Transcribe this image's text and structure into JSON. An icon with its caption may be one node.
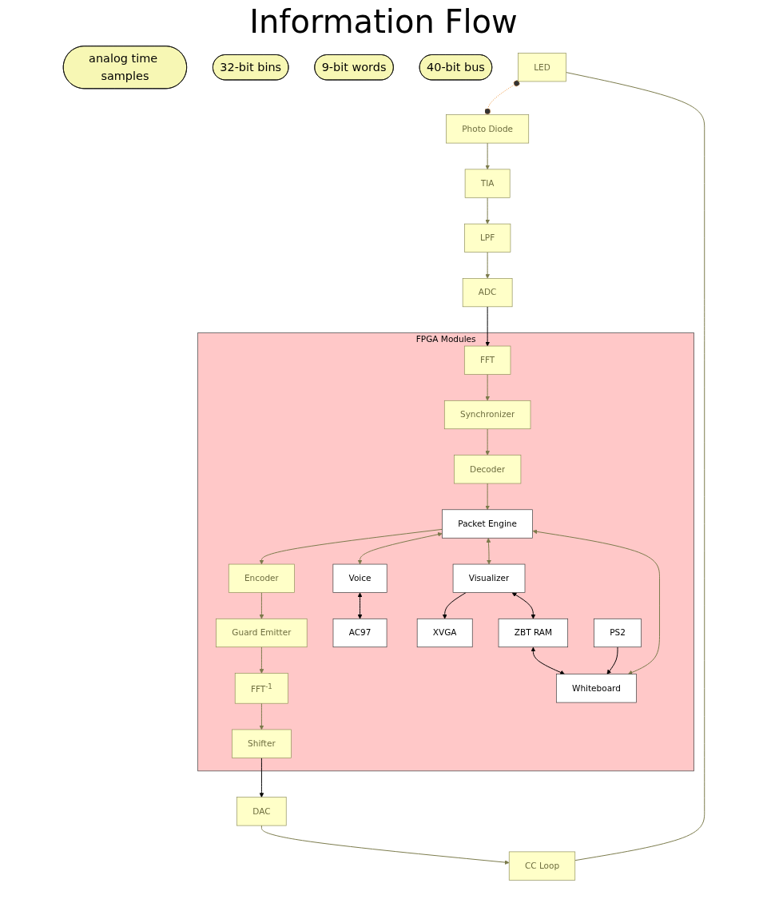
{
  "diagram": {
    "title": "Information Flow",
    "nodes": [
      {
        "text": [
          "LED"
        ]
      },
      {
        "text": [
          "Photo Diode"
        ]
      },
      {
        "text": [
          "DAC"
        ]
      },
      {
        "text": [
          "CC Loop"
        ]
      },
      {
        "text": [
          "TIA"
        ]
      },
      {
        "text": [
          "LPF"
        ]
      },
      {
        "text": [
          "ADC"
        ]
      },
      {
        "text": [
          "FPGA Modules"
        ]
      },
      {
        "text": [
          "Shifter"
        ],
        "in": 7
      },
      {
        "text": [
          "FFT$^{-1}$"
        ],
        "in": 7
      },
      {
        "text": [
          "FFT"
        ],
        "in": 7
      },
      {
        "text": [
          "Guard Emitter"
        ],
        "in": 7
      },
      {
        "text": [
          "Synchronizer"
        ],
        "in": 7
      },
      {
        "text": [
          "Encoder"
        ],
        "in": 7
      },
      {
        "text": [
          "Decoder"
        ],
        "in": 7
      },
      {
        "text": [
          "Packet Engine"
        ],
        "in": 7
      },
      {
        "text": [
          "Voice"
        ],
        "in": 7
      },
      {
        "text": [
          "Visualizer"
        ],
        "in": 7
      },
      {
        "text": [
          "Whiteboard"
        ],
        "in": 7
      },
      {
        "text": [
          "AC97"
        ],
        "in": 7
      },
      {
        "text": [
          "XVGA"
        ],
        "in": 7
      },
      {
        "text": [
          "ZBT RAM"
        ],
        "in": 7
      },
      {
        "text": [
          "PS2"
        ],
        "in": 7
      },
      {
        "text": [
          "analog time samples"
        ]
      },
      {
        "text": [
          "32-bit bins"
        ]
      },
      {
        "text": [
          "9-bit words"
        ]
      },
      {
        "text": [
          "40-bit bus"
        ]
      }
    ],
    "edges": [
      {
        "from": 0,
        "to": 1,
        "arrow": "other",
        "style": "dashed",
        "color": "#f0a860"
      },
      {
        "from": 3,
        "to": 0,
        "arrow": "none"
      },
      {
        "from": 2,
        "to": 3,
        "arrow": "to"
      },
      {
        "from": 1,
        "to": 4,
        "arrow": "to"
      },
      {
        "from": 4,
        "to": 5,
        "arrow": "to"
      },
      {
        "from": 5,
        "to": 6,
        "arrow": "to"
      },
      {
        "from": 6,
        "to": 10,
        "arrow": "to",
        "color": "#000000"
      },
      {
        "from": 8,
        "to": 2,
        "arrow": "to",
        "color": "#000000"
      },
      {
        "from": 9,
        "to": 8,
        "arrow": "to"
      },
      {
        "from": 11,
        "to": 9,
        "arrow": "to"
      },
      {
        "from": 13,
        "to": 11,
        "arrow": "to"
      },
      {
        "from": 10,
        "to": 12,
        "arrow": "to"
      },
      {
        "from": 12,
        "to": 14,
        "arrow": "to"
      },
      {
        "from": 14,
        "to": 15,
        "arrow": "to"
      },
      {
        "from": 15,
        "to": 13,
        "arrow": "to"
      },
      {
        "from": 15,
        "to": 16,
        "arrow": "both"
      },
      {
        "from": 15,
        "to": 17,
        "arrow": "both"
      },
      {
        "from": 15,
        "to": 18,
        "arrow": "both"
      },
      {
        "from": 16,
        "to": 19,
        "arrow": "both",
        "color": "#000000"
      },
      {
        "from": 17,
        "to": 20,
        "arrow": "to",
        "color": "#000000"
      },
      {
        "from": 17,
        "to": 21,
        "arrow": "both",
        "color": "#000000"
      },
      {
        "from": 21,
        "to": 18,
        "arrow": "both",
        "color": "#000000"
      },
      {
        "from": 22,
        "to": 18,
        "arrow": "to",
        "color": "#000000"
      }
    ]
  }
}
